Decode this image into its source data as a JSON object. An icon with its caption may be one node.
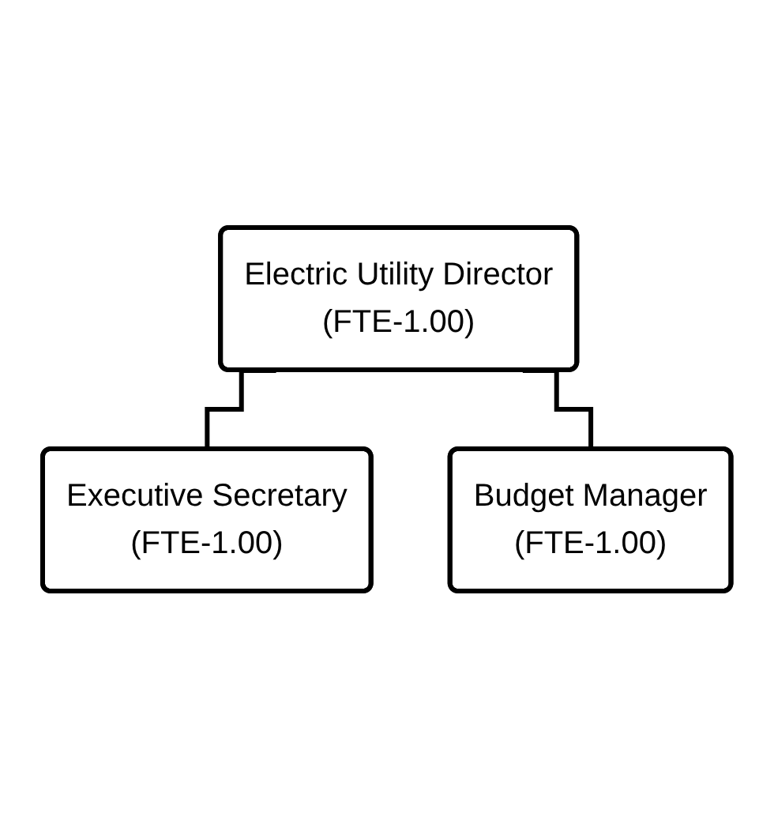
{
  "diagram": {
    "nodes": [
      {
        "text": [
          "Electric Utility Director",
          "(FTE-1.00)"
        ]
      },
      {
        "text": [
          "Executive Secretary",
          "(FTE-1.00)"
        ]
      },
      {
        "text": [
          "Budget Manager",
          "(FTE-1.00)"
        ]
      }
    ],
    "edges": [
      {
        "from": 0,
        "to": 1,
        "arrow": "none"
      },
      {
        "from": 0,
        "to": 2,
        "arrow": "none"
      }
    ]
  }
}
